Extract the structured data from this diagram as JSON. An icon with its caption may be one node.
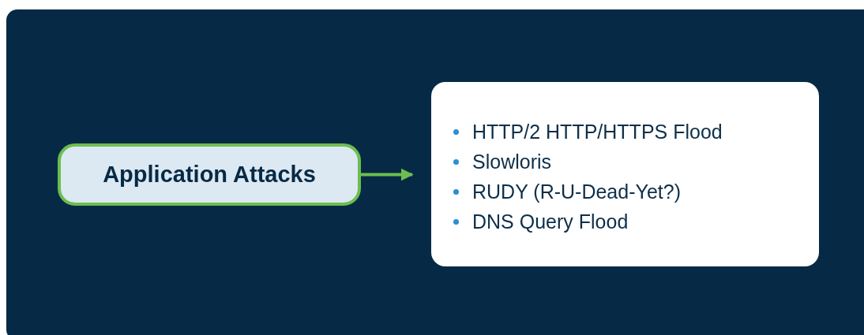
{
  "diagram": {
    "nodes": [
      {
        "text": [
          "Application Attacks"
        ]
      },
      {
        "text": [
          "HTTP/2 HTTP/HTTPS Flood",
          "Slowloris",
          "RUDY (R-U-Dead-Yet?)",
          "DNS Query Flood"
        ]
      }
    ],
    "edges": [
      {
        "from": 0,
        "to": 1,
        "arrow": "to"
      }
    ]
  }
}
